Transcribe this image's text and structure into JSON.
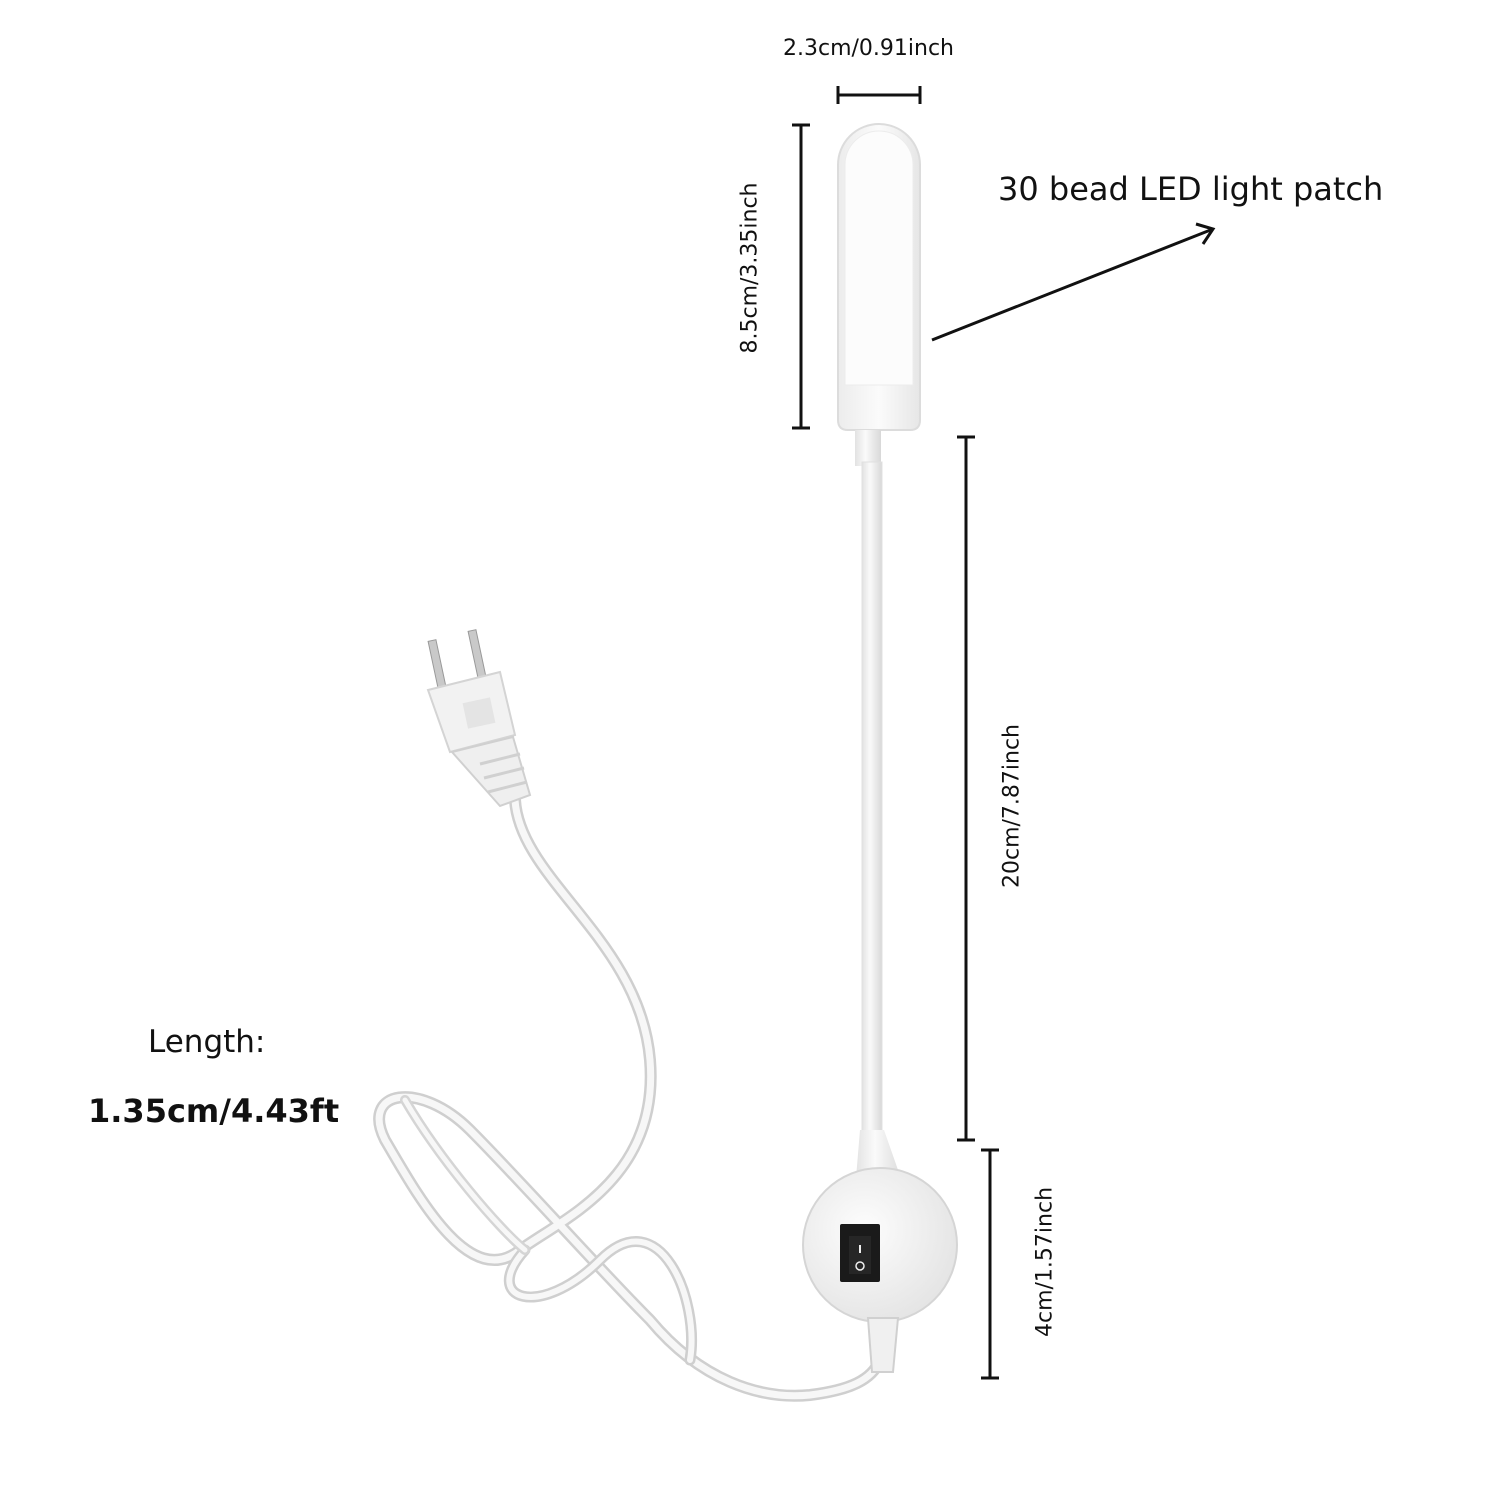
{
  "dimensions": {
    "head_width": "2.3cm/0.91inch",
    "head_height": "8.5cm/3.35inch",
    "arm_length": "20cm/7.87inch",
    "base_height": "4cm/1.57inch"
  },
  "callout": {
    "led_label": "30 bead LED light patch"
  },
  "cable": {
    "length_label": "Length:",
    "length_value": "1.35cm/4.43ft"
  },
  "switch": {
    "on_symbol": "I",
    "off_symbol": "O"
  },
  "colors": {
    "line": "#111111",
    "lamp_body": "#f4f4f4",
    "lamp_shadow": "#d9d9d9",
    "switch": "#1a1a1a"
  }
}
